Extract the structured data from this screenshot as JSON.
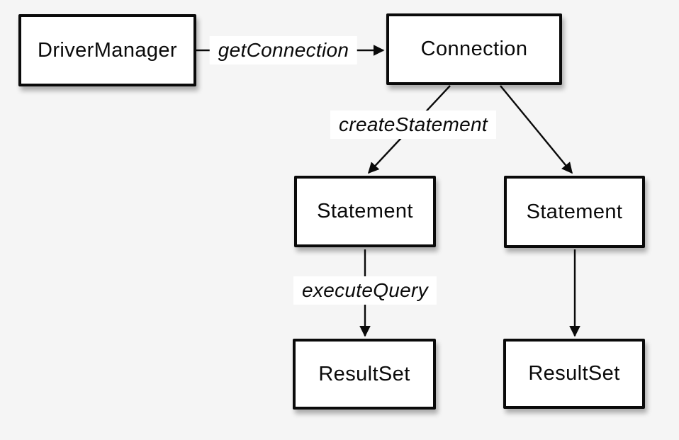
{
  "diagram": {
    "background_color": "#f5f5f5",
    "box_fill_color": "#ffffff",
    "box_border_color": "#0a0a0a",
    "text_color": "#0a0a0a",
    "nodes": {
      "driver_manager": {
        "label": "DriverManager"
      },
      "connection": {
        "label": "Connection"
      },
      "statement_left": {
        "label": "Statement"
      },
      "statement_right": {
        "label": "Statement"
      },
      "resultset_left": {
        "label": "ResultSet"
      },
      "resultset_right": {
        "label": "ResultSet"
      }
    },
    "edge_labels": {
      "get_connection": {
        "label": "getConnection"
      },
      "create_statement": {
        "label": "createStatement"
      },
      "execute_query": {
        "label": "executeQuery"
      }
    },
    "edges": [
      {
        "from": "driver_manager",
        "to": "connection",
        "label": "getConnection"
      },
      {
        "from": "connection",
        "to": "statement_left",
        "label": "createStatement"
      },
      {
        "from": "connection",
        "to": "statement_right",
        "label": ""
      },
      {
        "from": "statement_left",
        "to": "resultset_left",
        "label": "executeQuery"
      },
      {
        "from": "statement_right",
        "to": "resultset_right",
        "label": ""
      }
    ]
  }
}
